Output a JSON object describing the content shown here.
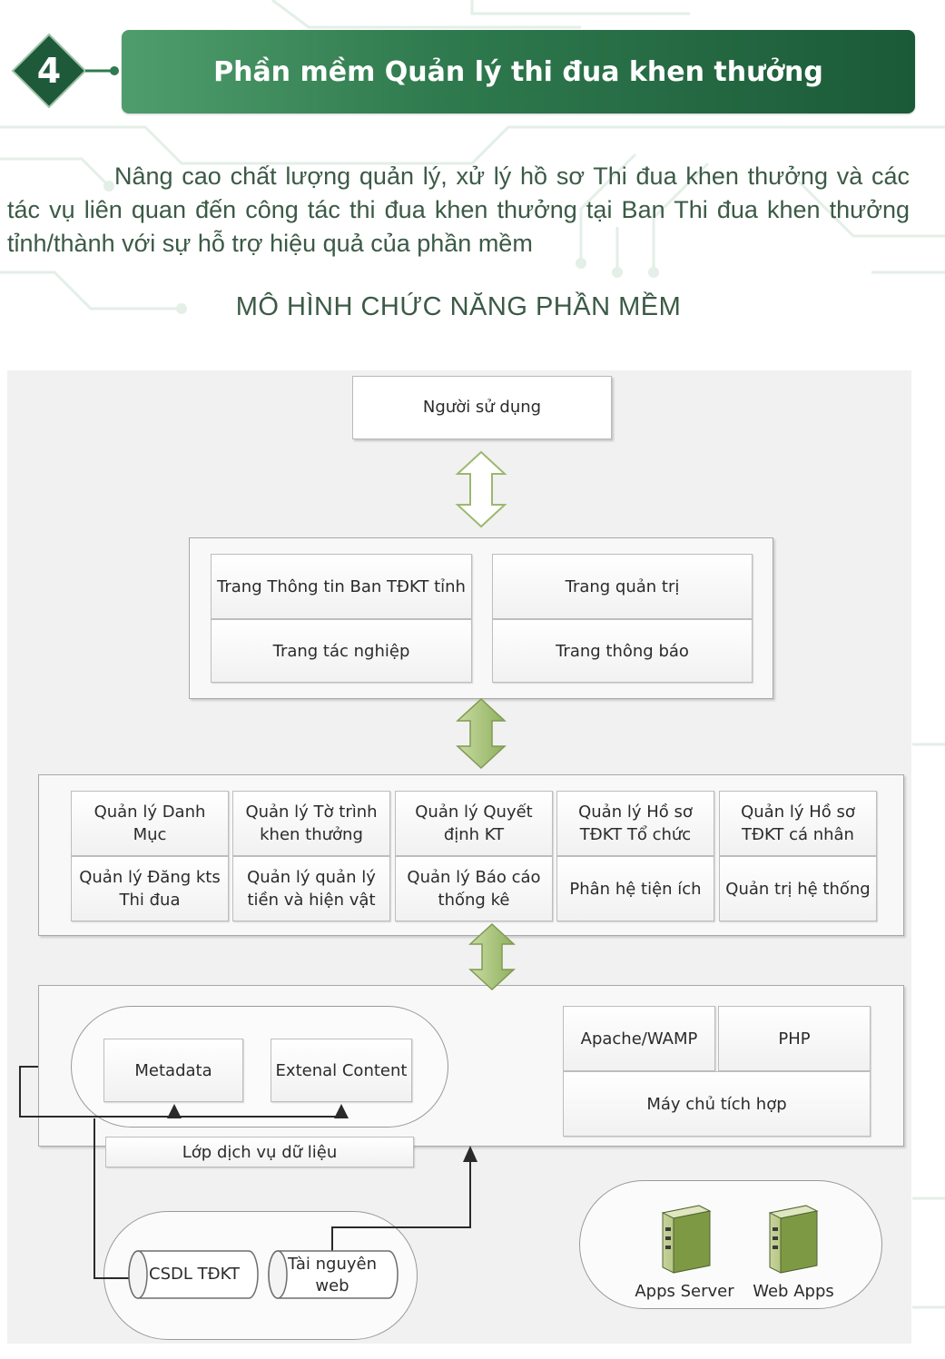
{
  "header": {
    "section_number": "4",
    "title": "Phần mềm Quản lý thi đua khen thưởng"
  },
  "intro": "Nâng cao chất lượng quản lý, xử lý hồ sơ Thi đua khen thưởng và các tác vụ liên quan đến công tác thi đua khen thưởng tại Ban Thi đua khen thưởng tỉnh/thành với sự hỗ trợ hiệu quả của phần mềm",
  "diagram": {
    "title": "MÔ HÌNH CHỨC NĂNG PHẦN MỀM",
    "user": "Người sử dụng",
    "portal": {
      "info_page": "Trang Thông tin Ban TĐKT tỉnh",
      "admin_page": "Trang quản trị",
      "work_page": "Trang tác nghiệp",
      "notice_page": "Trang thông báo"
    },
    "modules": {
      "row1": [
        "Quản lý Danh Mục",
        "Quản lý Tờ trình khen thưởng",
        "Quản lý Quyết định KT",
        "Quản lý Hồ sơ TĐKT Tổ chức",
        "Quản lý Hồ sơ TĐKT cá nhân"
      ],
      "row2": [
        "Quản lý Đăng kts Thi đua",
        "Quản lý quản lý tiền và hiện vật",
        "Quản lý Báo cáo thống kê",
        "Phân hệ tiện ích",
        "Quản trị hệ thống"
      ]
    },
    "data_layer": {
      "metadata": "Metadata",
      "external_content": "Extenal Content",
      "service_label": "Lớp dịch vụ dữ liệu"
    },
    "server": {
      "apache": "Apache/WAMP",
      "php": "PHP",
      "host": "Máy chủ tích hợp"
    },
    "storage": {
      "db": "CSDL TĐKT",
      "web_resource": "Tài nguyên web"
    },
    "apps": {
      "apps_server": "Apps Server",
      "web_apps": "Web Apps"
    }
  },
  "colors": {
    "brand_green": "#2f7a4e",
    "arrow_green": "#a9c47a",
    "text_green": "#3b5a46"
  },
  "icons": [
    "server-icon",
    "server-icon",
    "double-arrow-icon"
  ]
}
